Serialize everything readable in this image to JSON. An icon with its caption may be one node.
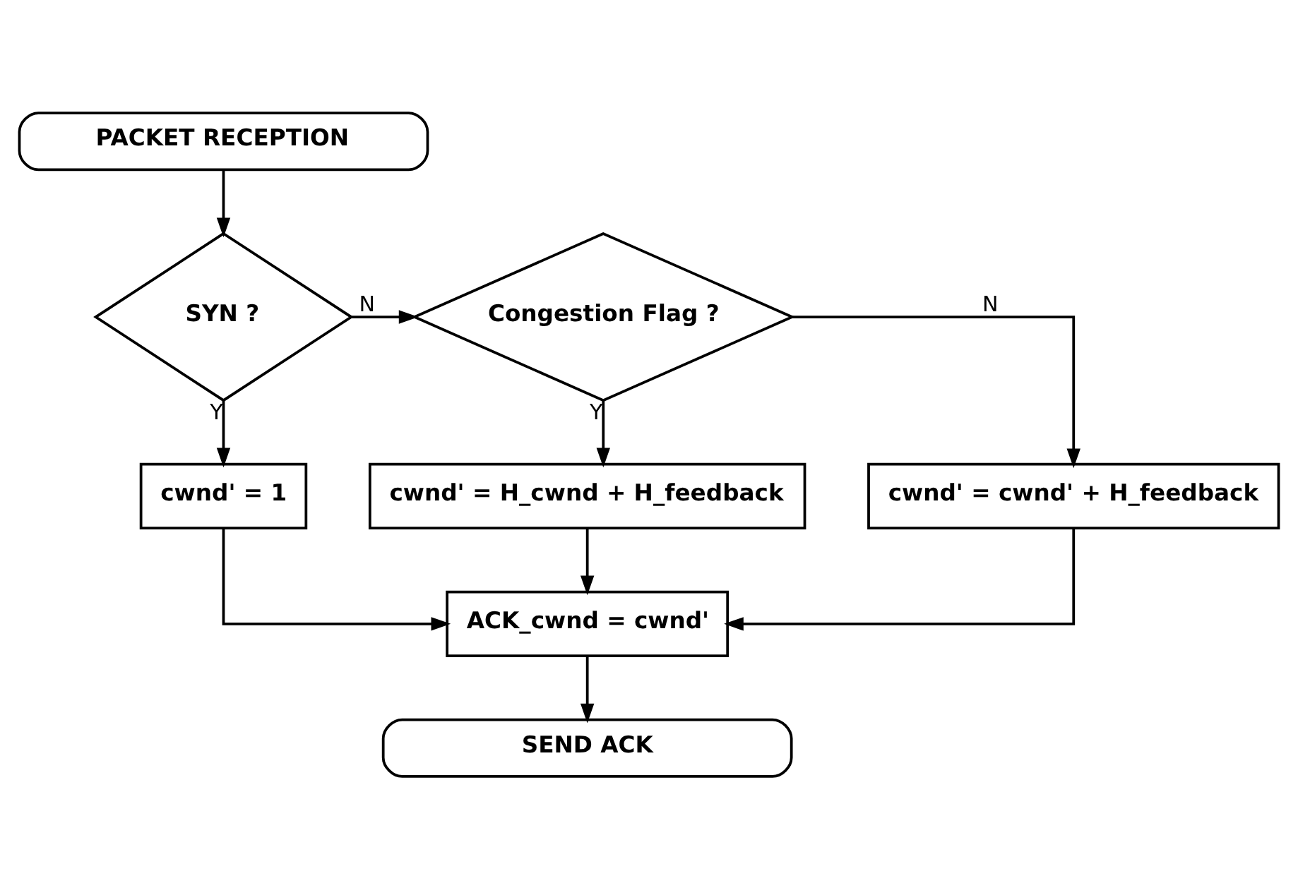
{
  "diagram": {
    "nodes": [
      {
        "text": [
          "PACKET RECEPTION"
        ]
      },
      {
        "text": [
          "SYN ?"
        ]
      },
      {
        "text": [
          "Congestion Flag ?"
        ]
      },
      {
        "text": [
          "cwnd' = 1"
        ]
      },
      {
        "text": [
          "cwnd' = H_cwnd + H_feedback"
        ]
      },
      {
        "text": [
          "cwnd' = cwnd' + H_feedback"
        ]
      },
      {
        "text": [
          "ACK_cwnd = cwnd'"
        ]
      },
      {
        "text": [
          "SEND ACK"
        ]
      }
    ],
    "edges": [
      {
        "from": 0,
        "to": 1,
        "arrow": "to"
      },
      {
        "from": 1,
        "to": 3,
        "arrow": "to",
        "label": "Y"
      },
      {
        "from": 1,
        "to": 2,
        "arrow": "to",
        "label": "N"
      },
      {
        "from": 2,
        "to": 4,
        "arrow": "to",
        "label": "Y"
      },
      {
        "from": 2,
        "to": 5,
        "arrow": "to",
        "label": "N"
      },
      {
        "from": 3,
        "to": 6,
        "arrow": "to"
      },
      {
        "from": 4,
        "to": 6,
        "arrow": "to"
      },
      {
        "from": 5,
        "to": 6,
        "arrow": "to"
      },
      {
        "from": 6,
        "to": 7,
        "arrow": "to"
      }
    ]
  }
}
